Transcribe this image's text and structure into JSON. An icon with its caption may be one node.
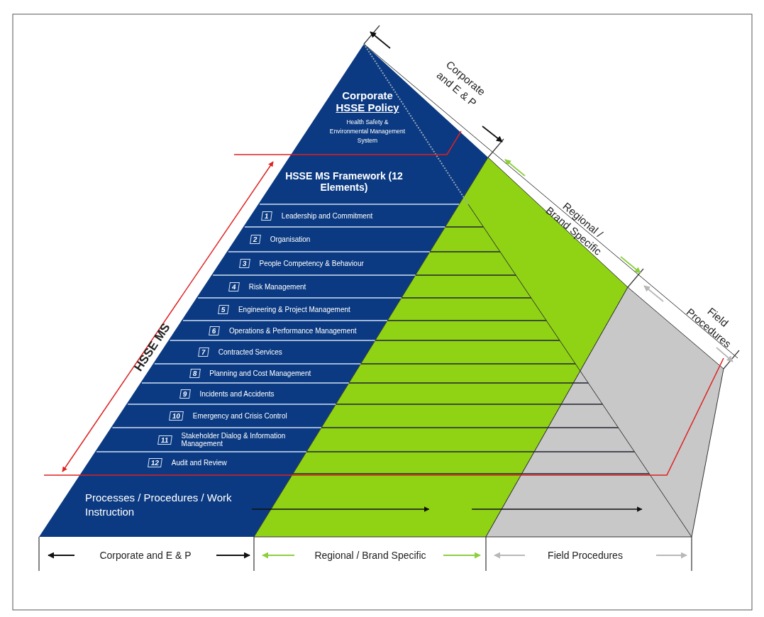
{
  "diagram": {
    "nodes": [
      {
        "text": [
          "Corporate",
          "HSSE Policy",
          "Health Safety & Environmental Management System"
        ]
      },
      {
        "text": [
          "HSSE MS Framework (12 Elements)"
        ]
      },
      {
        "text": [
          "1",
          "Leadership and Commitment"
        ]
      },
      {
        "text": [
          "2",
          "Organisation"
        ]
      },
      {
        "text": [
          "3",
          "People Competency & Behaviour"
        ]
      },
      {
        "text": [
          "4",
          "Risk Management"
        ]
      },
      {
        "text": [
          "5",
          "Engineering & Project Management"
        ]
      },
      {
        "text": [
          "6",
          "Operations & Performance Management"
        ]
      },
      {
        "text": [
          "7",
          "Contracted Services"
        ]
      },
      {
        "text": [
          "8",
          "Planning and Cost Management"
        ]
      },
      {
        "text": [
          "9",
          "Incidents and Accidents"
        ]
      },
      {
        "text": [
          "10",
          "Emergency and Crisis Control"
        ]
      },
      {
        "text": [
          "11",
          "Stakeholder Dialog & Information Management"
        ]
      },
      {
        "text": [
          "12",
          "Audit and Review"
        ]
      },
      {
        "text": [
          "Processes / Procedures / Work Instruction"
        ]
      },
      {
        "text": [],
        "shape": "box"
      },
      {
        "text": [],
        "shape": "box"
      }
    ],
    "edges": [
      {
        "from": 14,
        "to": 15,
        "arrow": "to"
      },
      {
        "from": 15,
        "to": 16,
        "arrow": "to"
      }
    ],
    "labels": [
      "HSSE MS",
      "Corporate and E & P",
      "Regional / Brand Specific",
      "Field Procedures",
      "Corporate and E & P",
      "Regional / Brand Specific",
      "Field Procedures"
    ]
  }
}
